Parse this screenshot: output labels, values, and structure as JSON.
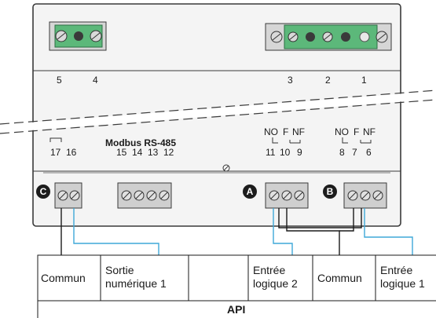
{
  "top_terminals": {
    "left": [
      "5",
      "4"
    ],
    "right": [
      "3",
      "2",
      "1"
    ]
  },
  "relay_label": {
    "symbol": "⌐¬",
    "terminals": [
      "17",
      "16"
    ]
  },
  "modbus": {
    "title": "Modbus RS-485",
    "terminals": [
      "15",
      "14",
      "13",
      "12"
    ]
  },
  "relay_a": {
    "contacts": [
      "NO",
      "F",
      "NF"
    ],
    "terminals": [
      "11",
      "10",
      "9"
    ]
  },
  "relay_b": {
    "contacts": [
      "NO",
      "F",
      "NF"
    ],
    "terminals": [
      "8",
      "7",
      "6"
    ]
  },
  "badges": {
    "a": "A",
    "b": "B",
    "c": "C"
  },
  "api": {
    "cells": [
      {
        "line1": "Commun",
        "line2": ""
      },
      {
        "line1": "Sortie",
        "line2": "numérique 1"
      },
      {
        "line1": "",
        "line2": ""
      },
      {
        "line1": "Entrée",
        "line2": "logique 2"
      },
      {
        "line1": "Commun",
        "line2": ""
      },
      {
        "line1": "Entrée",
        "line2": "logique 1"
      }
    ],
    "title": "API"
  },
  "colors": {
    "housing": "#e8e8e8",
    "connector_green": "#5cb87a",
    "wire_blue": "#3fa9d8",
    "outline": "#3a3a3a"
  }
}
